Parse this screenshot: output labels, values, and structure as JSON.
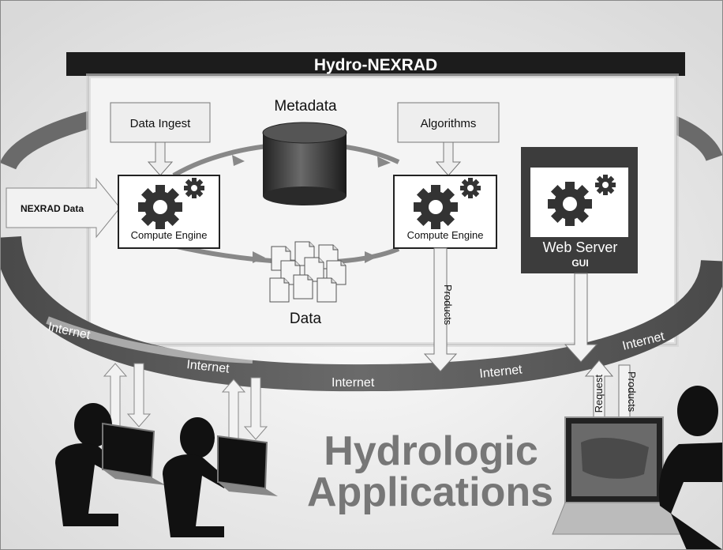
{
  "diagram": {
    "title": "Hydro-NEXRAD",
    "boxes": {
      "data_ingest": "Data Ingest",
      "algorithms": "Algorithms",
      "metadata": "Metadata",
      "data": "Data",
      "compute_engine_left": "Compute Engine",
      "compute_engine_right": "Compute Engine",
      "web_server": "Web Server",
      "gui": "GUI"
    },
    "input_label": "NEXRAD Data",
    "arrow_labels": {
      "products_down": "Products",
      "request": "Request",
      "products_user": "Products"
    },
    "internet_labels": [
      "Internet",
      "Internet",
      "Internet",
      "Internet",
      "Internet"
    ],
    "footer": {
      "line1": "Hydrologic",
      "line2": "Applications"
    }
  },
  "colors": {
    "background": "#ececec",
    "panel": "#f4f4f4",
    "title_bar": "#1c1c1c",
    "ring_dark": "#5a5a5a",
    "ring_light": "#bdbdbd",
    "gear": "#333333",
    "silhouette": "#111111",
    "footer_text": "#777777"
  },
  "icons": [
    "gear-icon",
    "database-icon",
    "documents-icon",
    "laptop-icon",
    "person-icon"
  ]
}
